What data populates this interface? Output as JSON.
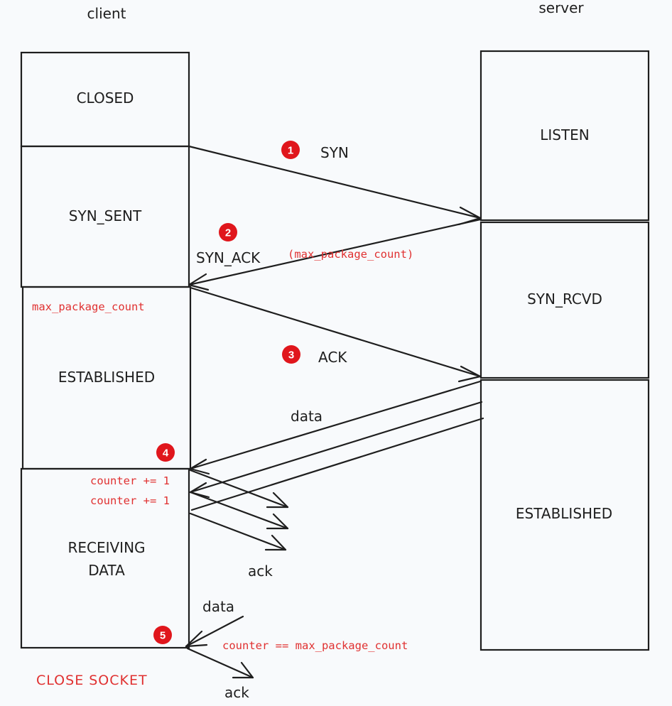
{
  "columns": {
    "client": "client",
    "server": "server"
  },
  "client_states": {
    "closed": "CLOSED",
    "syn_sent": "SYN_SENT",
    "established": "ESTABLISHED",
    "receiving_line1": "RECEIVING",
    "receiving_line2": "DATA"
  },
  "server_states": {
    "listen": "LISTEN",
    "syn_rcvd": "SYN_RCVD",
    "established": "ESTABLISHED"
  },
  "steps": [
    {
      "number": "1",
      "label": "SYN"
    },
    {
      "number": "2",
      "label": "SYN_ACK",
      "note": "(max_package_count)"
    },
    {
      "number": "3",
      "label": "ACK"
    },
    {
      "number": "4"
    },
    {
      "number": "5"
    }
  ],
  "messages": {
    "data_1": "data",
    "ack_1": "ack",
    "data_2": "data",
    "ack_2": "ack"
  },
  "annotations": {
    "max_package_count": "max_package_count",
    "counter_1": "counter += 1",
    "counter_2": "counter += 1",
    "final_condition": "counter == max_package_count",
    "close_socket": "CLOSE SOCKET"
  },
  "colors": {
    "ink": "#1e1e1e",
    "annotation": "#e03131",
    "badge": "#e0161c",
    "background": "#f8fafc"
  }
}
